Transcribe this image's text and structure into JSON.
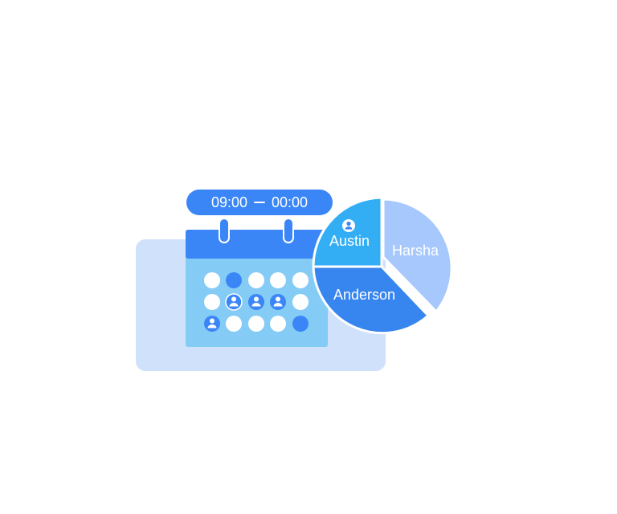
{
  "schedule": {
    "start_time": "09:00",
    "end_time": "00:00"
  },
  "participants": [
    {
      "name": "Austin"
    },
    {
      "name": "Harsha"
    },
    {
      "name": "Anderson"
    }
  ],
  "colors": {
    "background_card": "#d0e1fc",
    "calendar_header": "#3b86f6",
    "calendar_body": "#84ccf5",
    "slice_austin": "#33aef5",
    "slice_harsha": "#a6c8fd",
    "slice_anderson": "#3785ee",
    "booked_dot": "#3b86f6",
    "free_dot": "#ffffff"
  }
}
